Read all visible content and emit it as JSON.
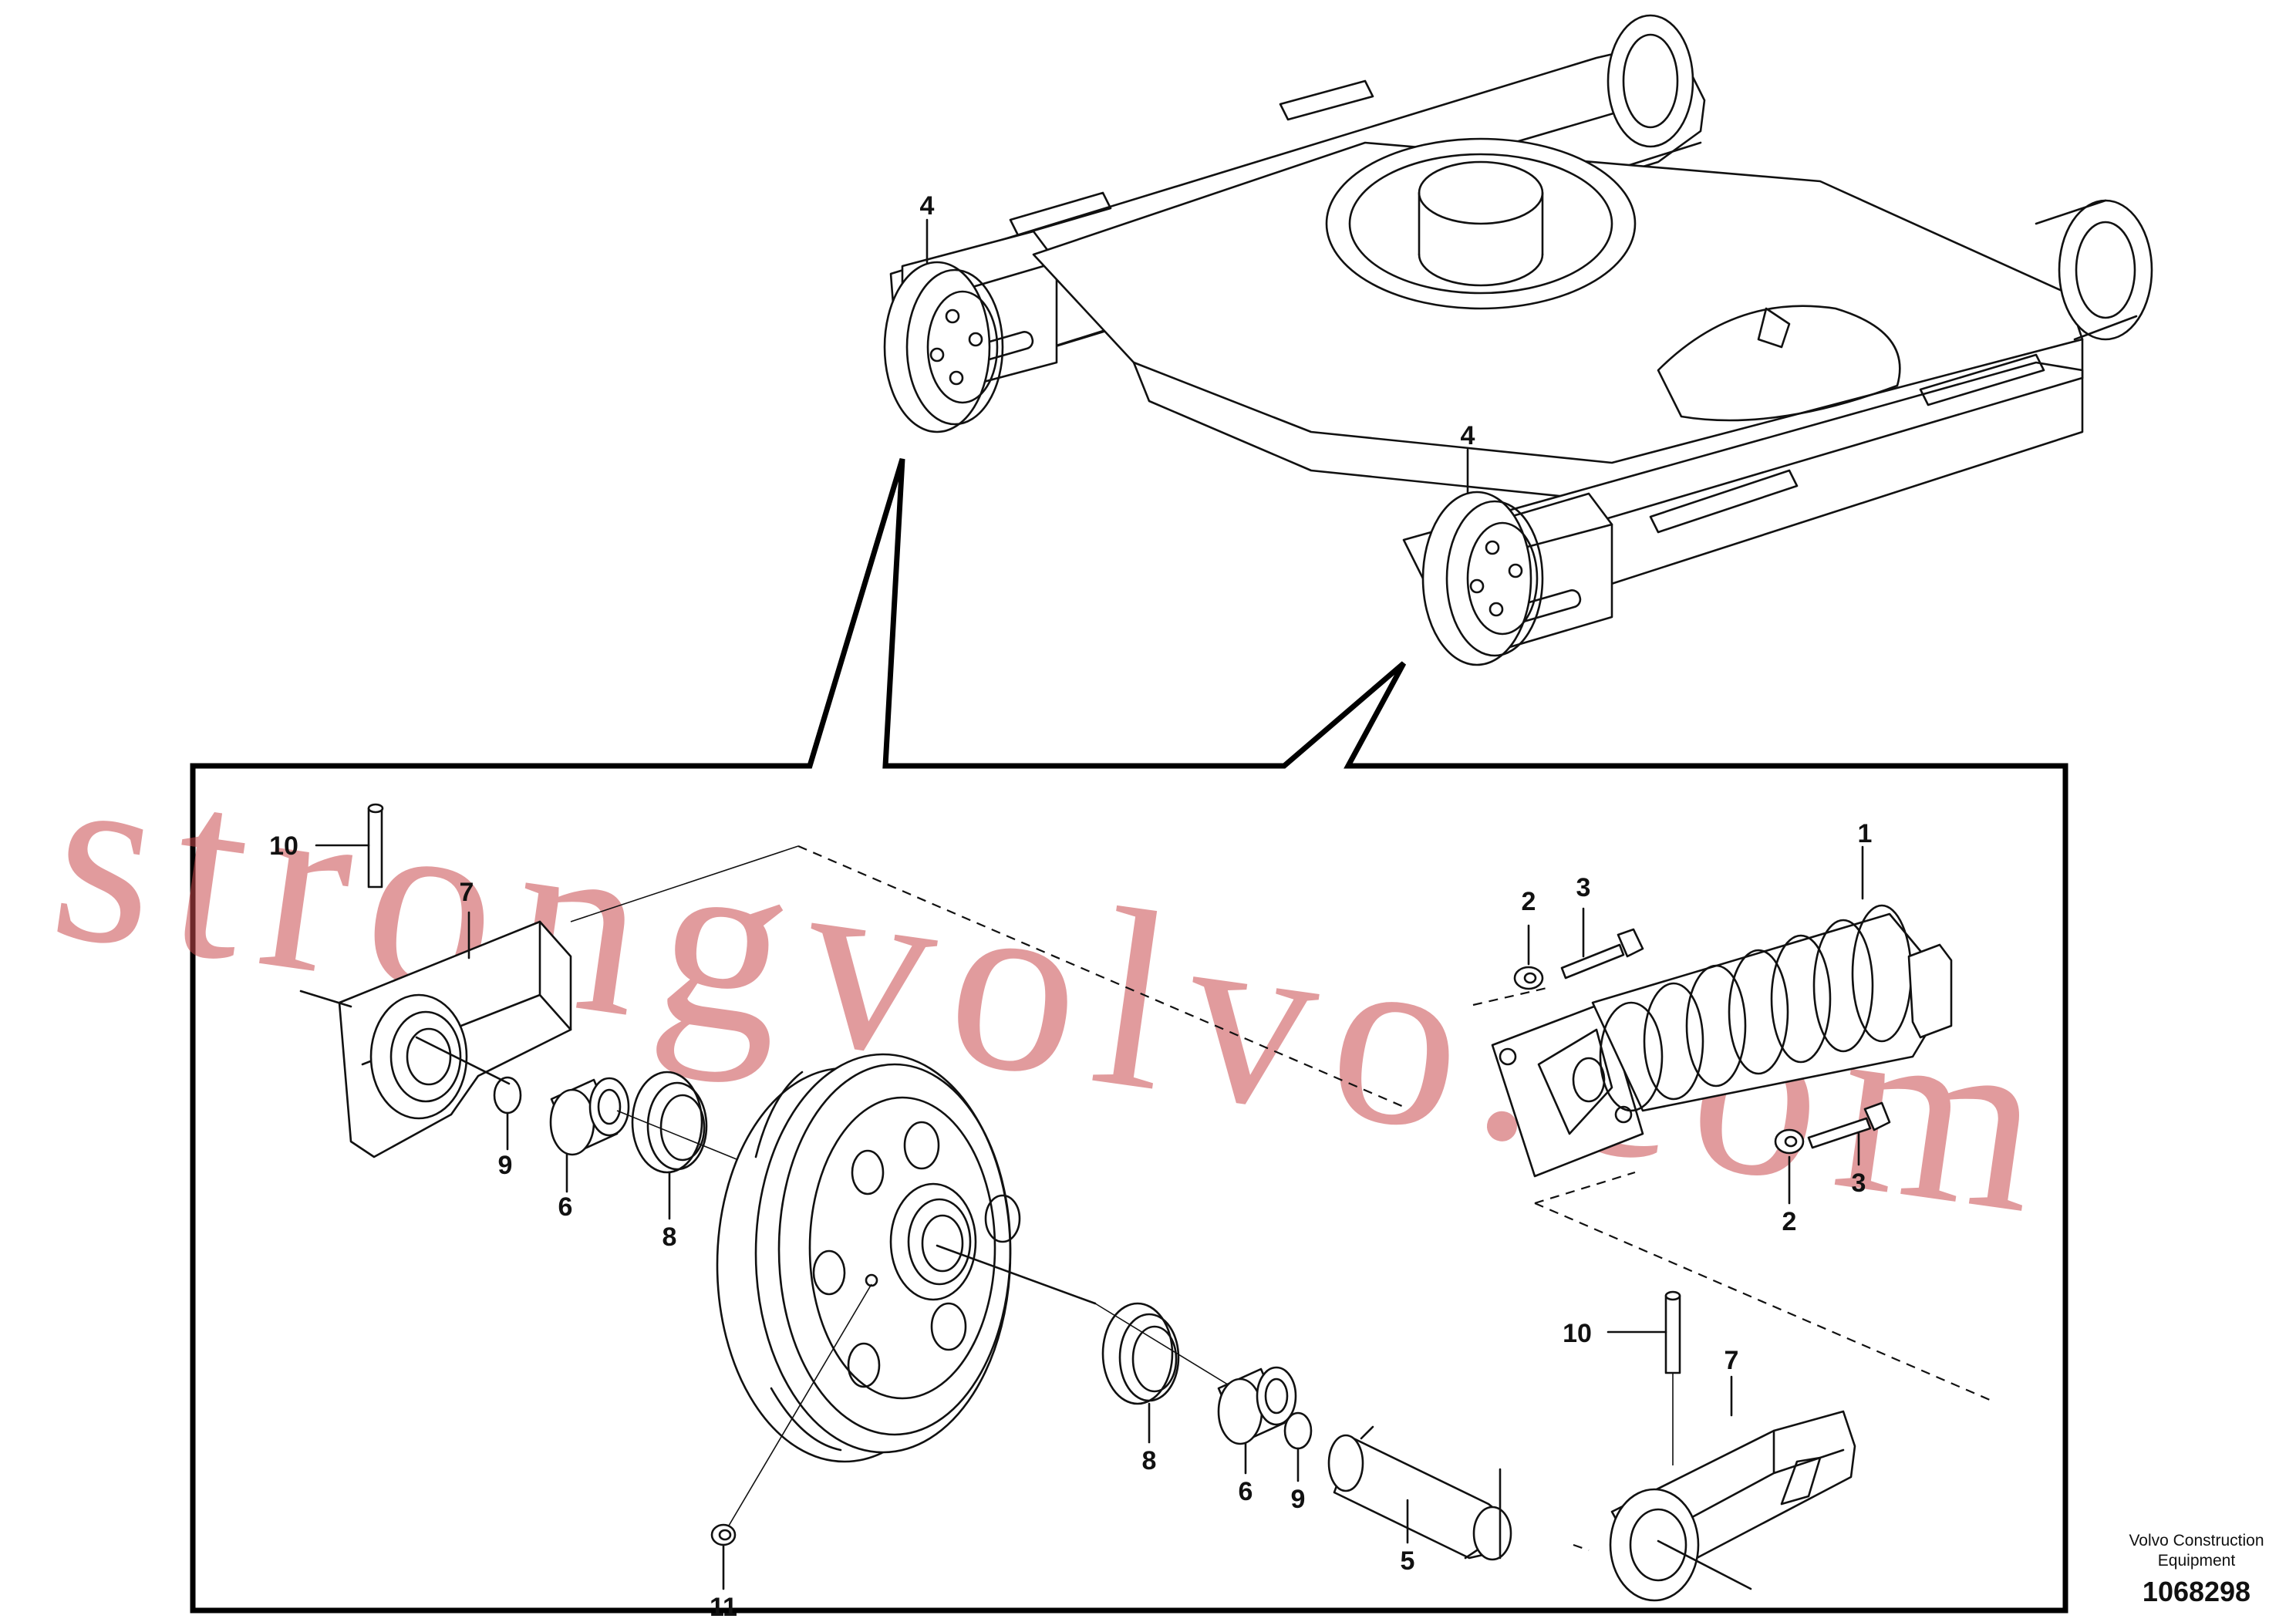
{
  "callouts": {
    "c4_upper": "4",
    "c4_lower": "4",
    "c10_left": "10",
    "c7_left": "7",
    "c9_left": "9",
    "c6_left": "6",
    "c8_left": "8",
    "c2_upper": "2",
    "c3_upper": "3",
    "c1": "1",
    "c3_lower": "3",
    "c2_lower": "2",
    "c10_right": "10",
    "c7_right": "7",
    "c8_right": "8",
    "c6_right": "6",
    "c9_right": "9",
    "c5": "5",
    "c11": "11"
  },
  "watermark": "strongvolvo.com",
  "credit": {
    "maker_line1": "Volvo Construction",
    "maker_line2": "Equipment",
    "document_number": "1068298"
  }
}
